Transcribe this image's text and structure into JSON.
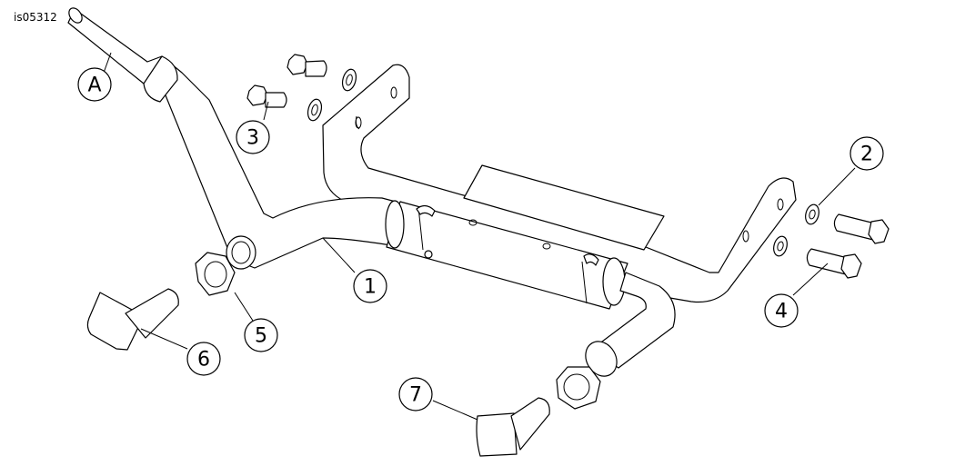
{
  "figure_id": "is05312",
  "callouts": [
    {
      "id": "A",
      "label": "A"
    },
    {
      "id": "1",
      "label": "1"
    },
    {
      "id": "2",
      "label": "2"
    },
    {
      "id": "3",
      "label": "3"
    },
    {
      "id": "4",
      "label": "4"
    },
    {
      "id": "5",
      "label": "5"
    },
    {
      "id": "6",
      "label": "6"
    },
    {
      "id": "7",
      "label": "7"
    }
  ]
}
